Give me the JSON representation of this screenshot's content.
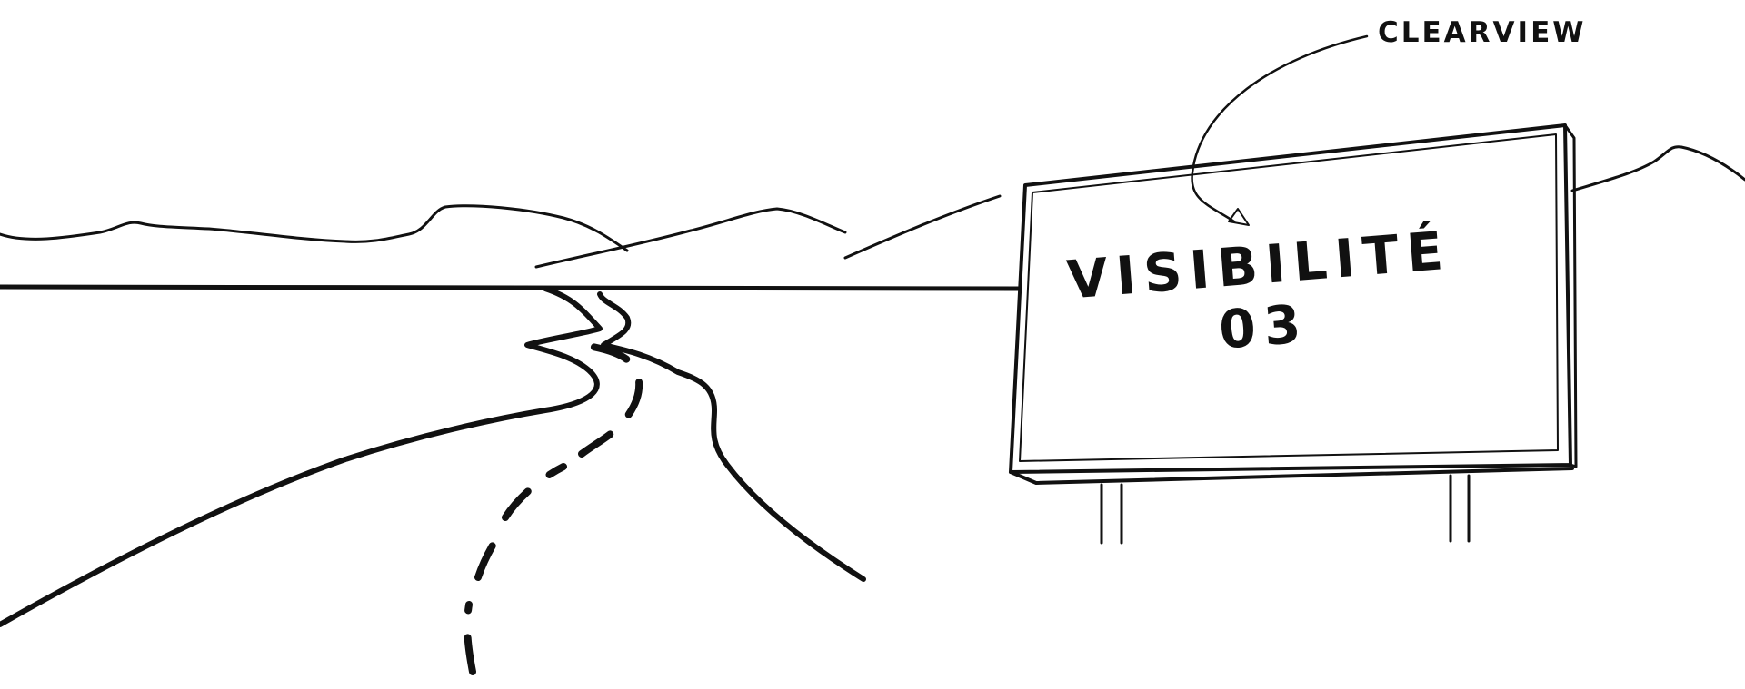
{
  "callout": {
    "label": "CLEARVIEW"
  },
  "billboard": {
    "line1": "VISIBILITÉ",
    "line2": "03"
  },
  "icons": {
    "callout_arrow": "curved-arrow-icon"
  },
  "colors": {
    "ink": "#111111",
    "background": "#ffffff"
  }
}
